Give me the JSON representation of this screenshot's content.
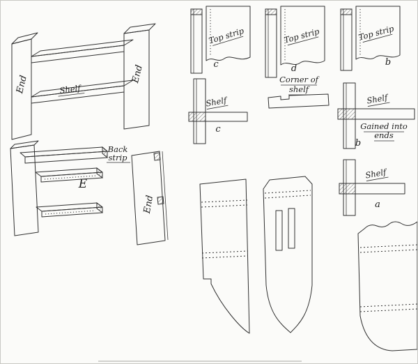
{
  "figure": {
    "assembled": {
      "end_left": "End",
      "shelf": "Shelf",
      "end_right": "End"
    },
    "exploded": {
      "back_strip_line1": "Back",
      "back_strip_line2": "strip",
      "letter": "E",
      "end_panel": "End"
    },
    "top_strips": {
      "c": {
        "label": "Top strip",
        "letter": "c"
      },
      "d": {
        "label": "Top strip",
        "letter": "d"
      },
      "b": {
        "label": "Top strip",
        "letter": "b"
      }
    },
    "shelf_joints": {
      "c": {
        "label": "Shelf",
        "letter": "c"
      },
      "b": {
        "label": "Shelf",
        "letter": "b",
        "note_line1": "Gained into",
        "note_line2": "ends"
      },
      "a": {
        "label": "Shelf",
        "letter": "a"
      }
    },
    "corner": {
      "line1": "Corner of",
      "line2": "shelf"
    }
  }
}
